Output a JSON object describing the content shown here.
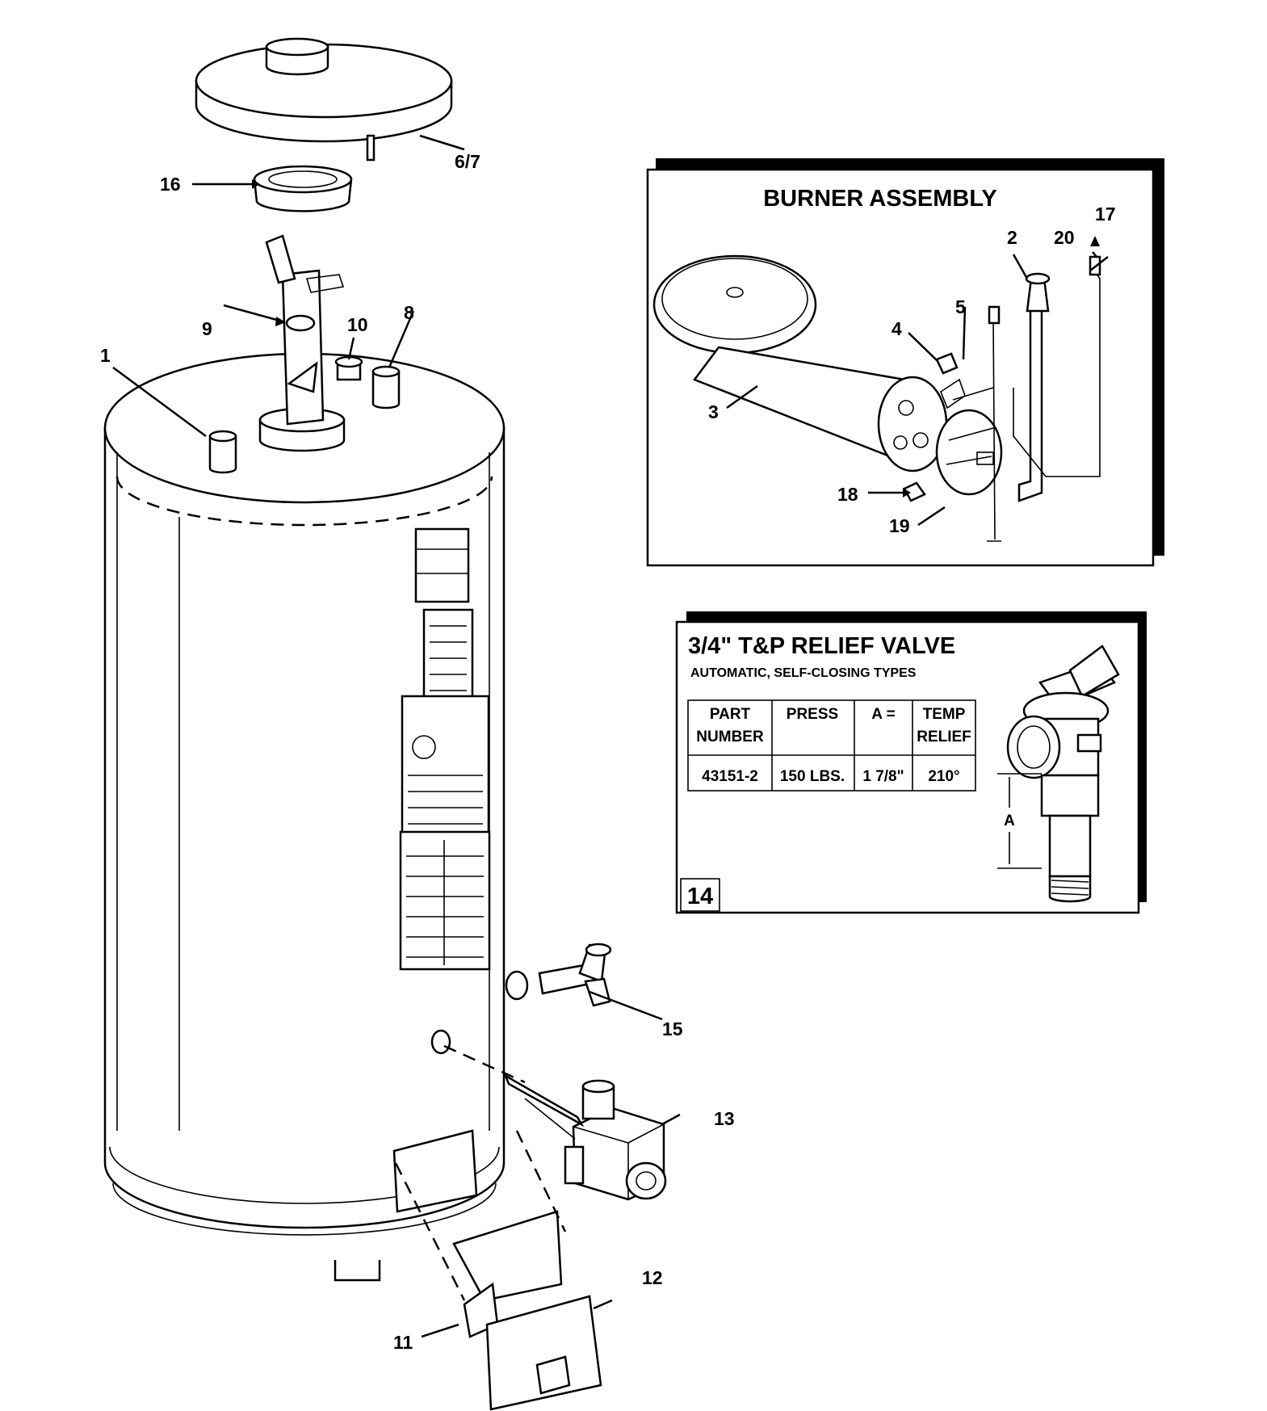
{
  "callouts": {
    "c1": "1",
    "c2": "2",
    "c3": "3",
    "c4": "4",
    "c5": "5",
    "c6_7": "6/7",
    "c8": "8",
    "c9": "9",
    "c10": "10",
    "c11": "11",
    "c12": "12",
    "c13": "13",
    "c15": "15",
    "c16": "16",
    "c17": "17",
    "c18": "18",
    "c19": "19",
    "c20": "20"
  },
  "burner_panel": {
    "title": "BURNER ASSEMBLY"
  },
  "relief_panel": {
    "title": "3/4\" T&P RELIEF VALVE",
    "subtitle": "AUTOMATIC, SELF-CLOSING TYPES",
    "headers": {
      "part_line1": "PART",
      "part_line2": "NUMBER",
      "press": "PRESS",
      "a": "A =",
      "temp_line1": "TEMP",
      "temp_line2": "RELIEF"
    },
    "row": {
      "part": "43151-2",
      "press": "150 LBS.",
      "a": "1 7/8\"",
      "temp": "210°"
    },
    "dimension_label": "A",
    "item_number": "14"
  }
}
